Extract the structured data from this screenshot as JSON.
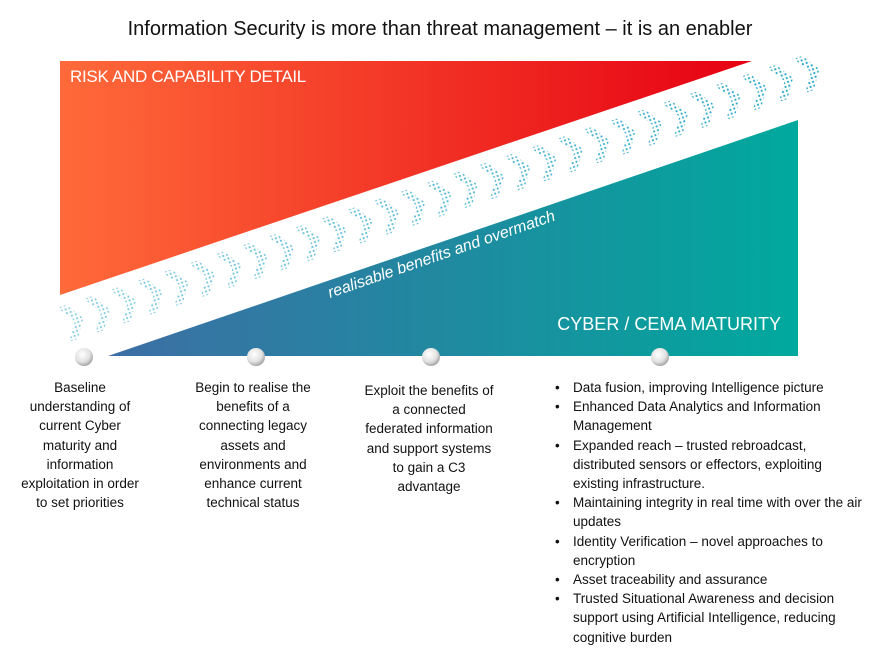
{
  "title": "Information Security is more than threat management – it is an enabler",
  "upper_label": "RISK AND CAPABILITY DETAIL",
  "lower_label": "CYBER / CEMA MATURITY",
  "arrow_label": "realisable benefits and overmatch",
  "colors": {
    "orange": "#ff6a3a",
    "red": "#e60012",
    "teal": "#00a99d",
    "blue": "#3d6ea5",
    "chevron": "#2aa7c9"
  },
  "stages": [
    "Baseline understanding of current Cyber maturity and information exploitation in order to set priorities",
    "Begin to realise the benefits of a connecting legacy assets and environments and enhance current technical status",
    "Exploit the benefits of a connected federated information and support systems to gain a C3 advantage"
  ],
  "stage4_items": [
    "Data fusion, improving Intelligence picture",
    "Enhanced Data Analytics and Information Management",
    "Expanded reach – trusted rebroadcast, distributed sensors or effectors, exploiting existing infrastructure.",
    "Maintaining integrity in real time with over the air updates",
    "Identity Verification – novel approaches to encryption",
    " Asset traceability and assurance",
    "Trusted Situational Awareness and decision support using Artificial Intelligence, reducing cognitive burden"
  ]
}
